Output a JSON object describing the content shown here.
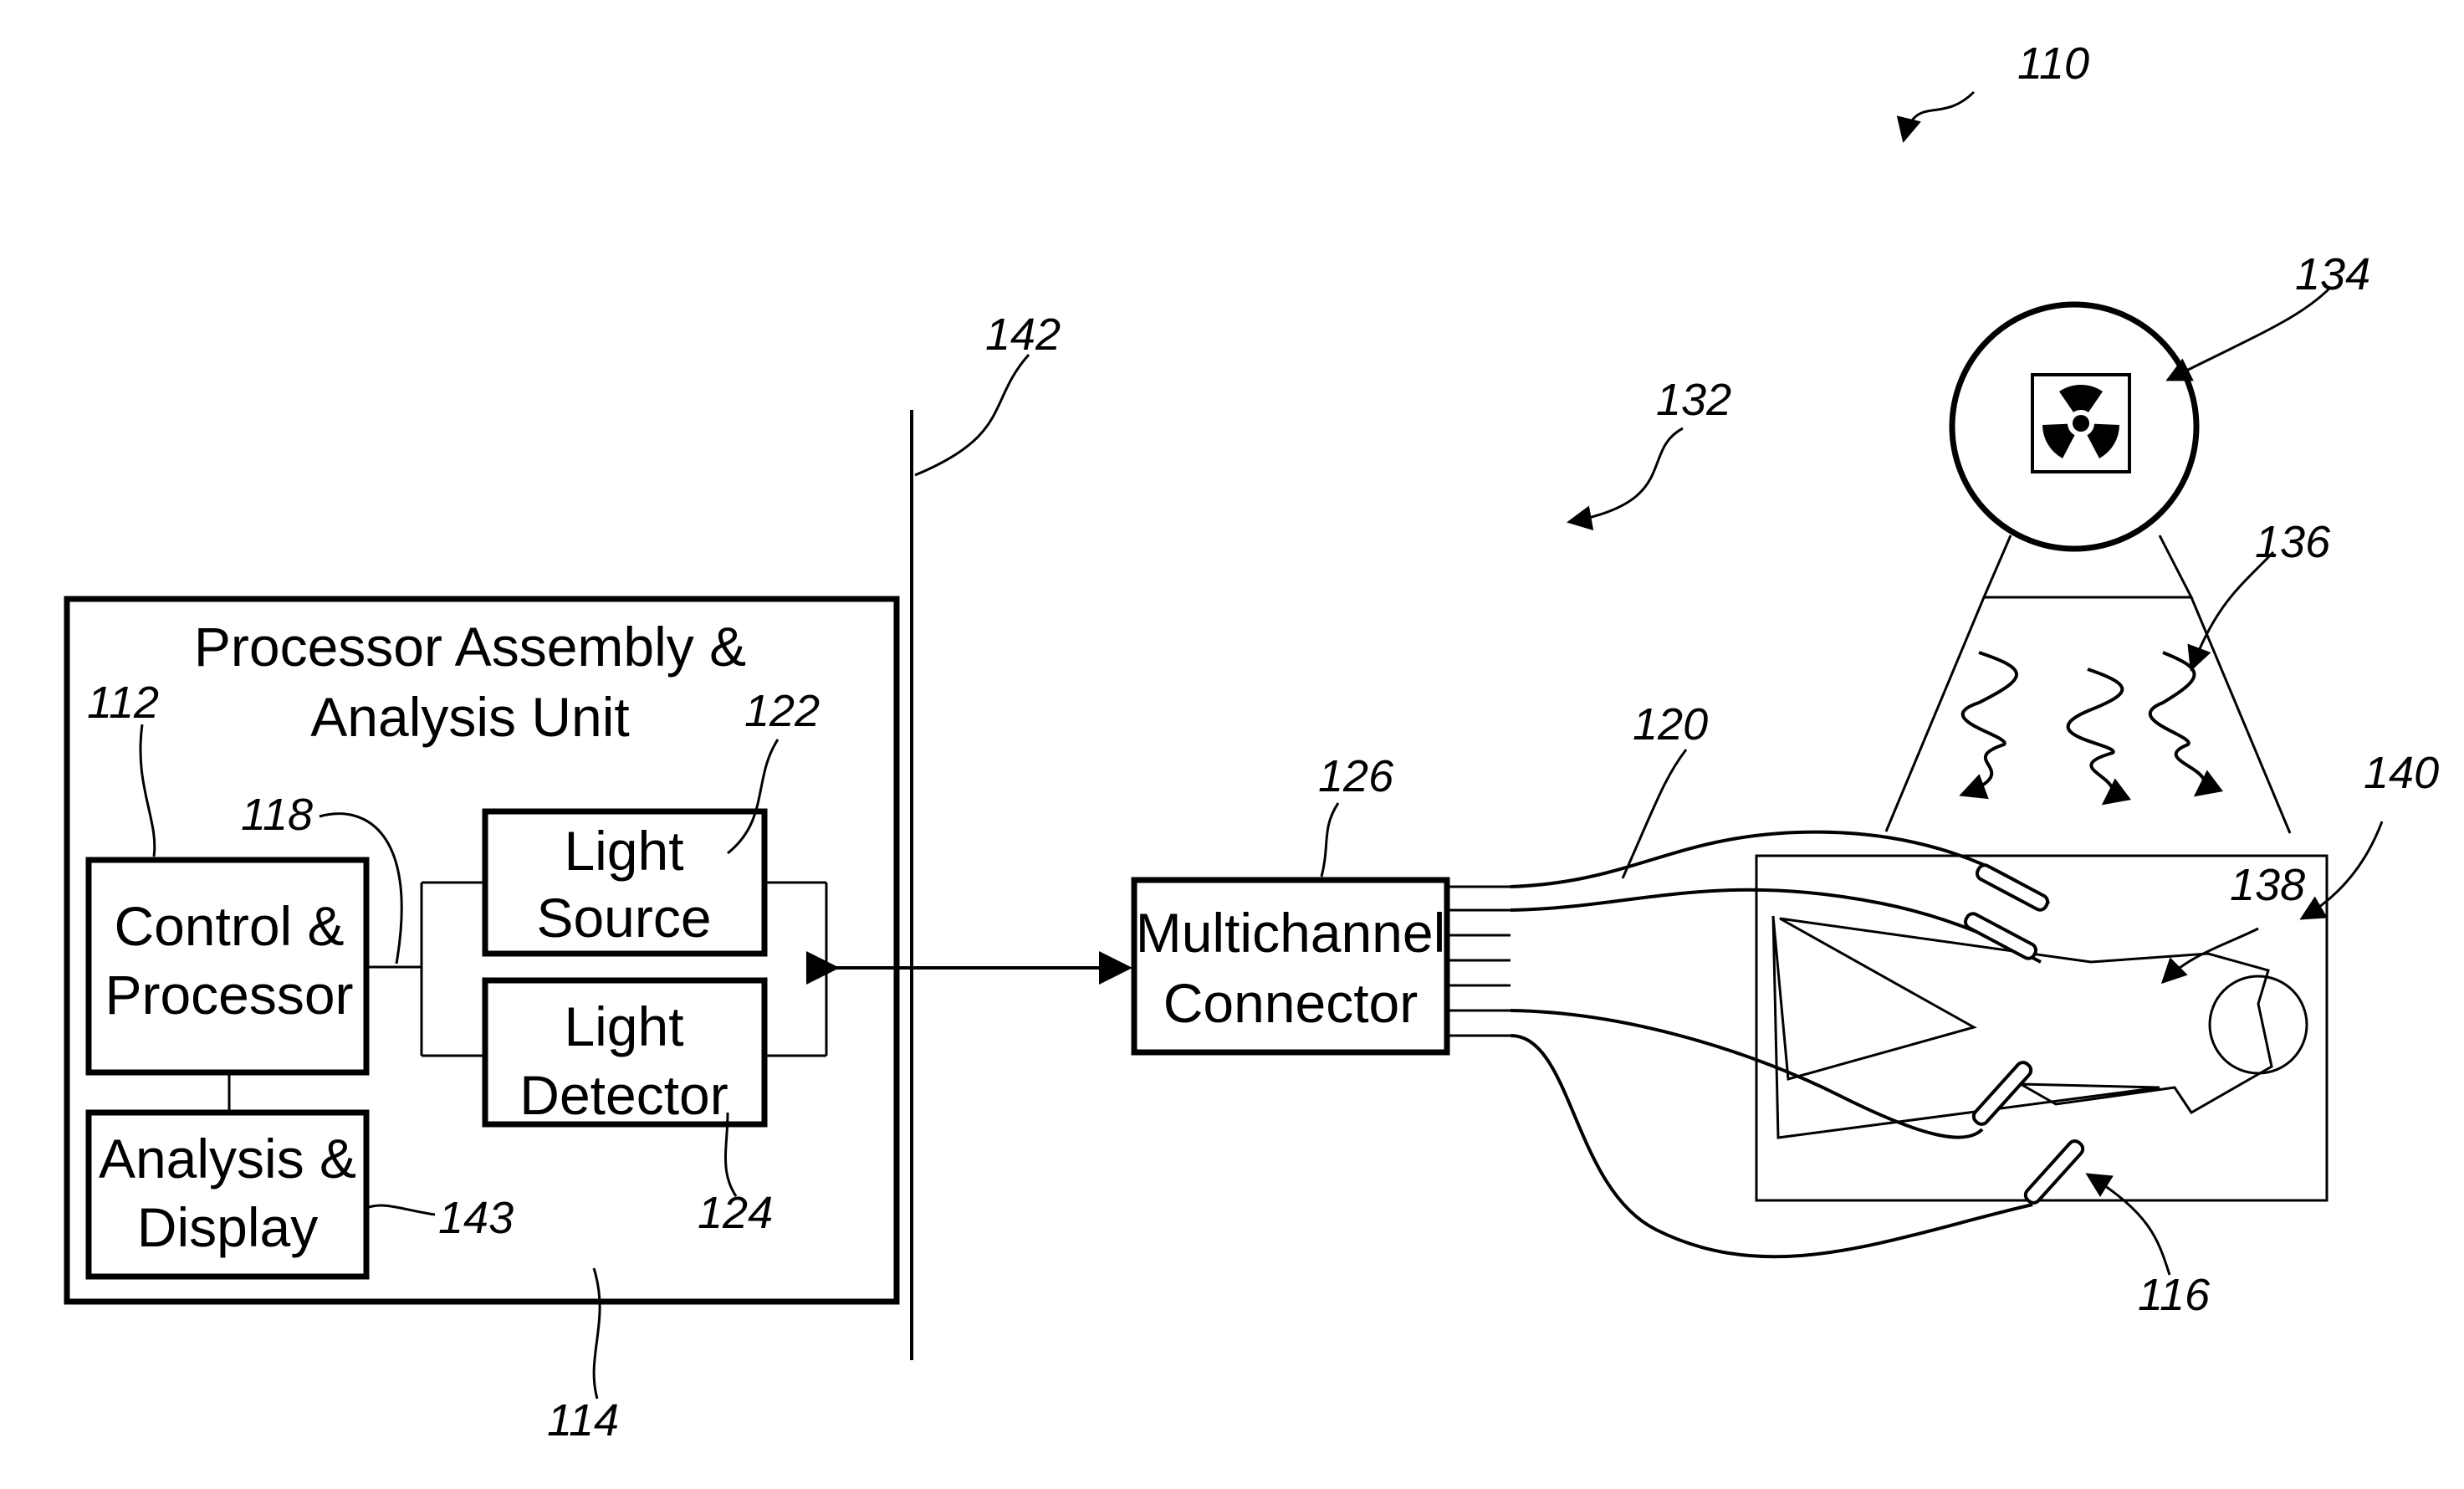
{
  "figure": {
    "refs": {
      "system": "110",
      "control_processor": "112",
      "processor_unit": "114",
      "sensor": "116",
      "bus": "118",
      "fibers": "120",
      "light_source": "122",
      "light_detector": "124",
      "connector": "126",
      "radiation_system": "132",
      "radiation_source": "134",
      "radiation_beam": "136",
      "patient": "138",
      "table": "140",
      "barrier": "142",
      "analysis_display": "143"
    },
    "labels": {
      "processor_unit_line1": "Processor Assembly &",
      "processor_unit_line2": "Analysis Unit",
      "control_line1": "Control &",
      "control_line2": "Processor",
      "analysis_line1": "Analysis &",
      "analysis_line2": "Display",
      "light_source_line1": "Light",
      "light_source_line2": "Source",
      "light_detector_line1": "Light",
      "light_detector_line2": "Detector",
      "connector_line1": "Multichannel",
      "connector_line2": "Connector"
    }
  }
}
